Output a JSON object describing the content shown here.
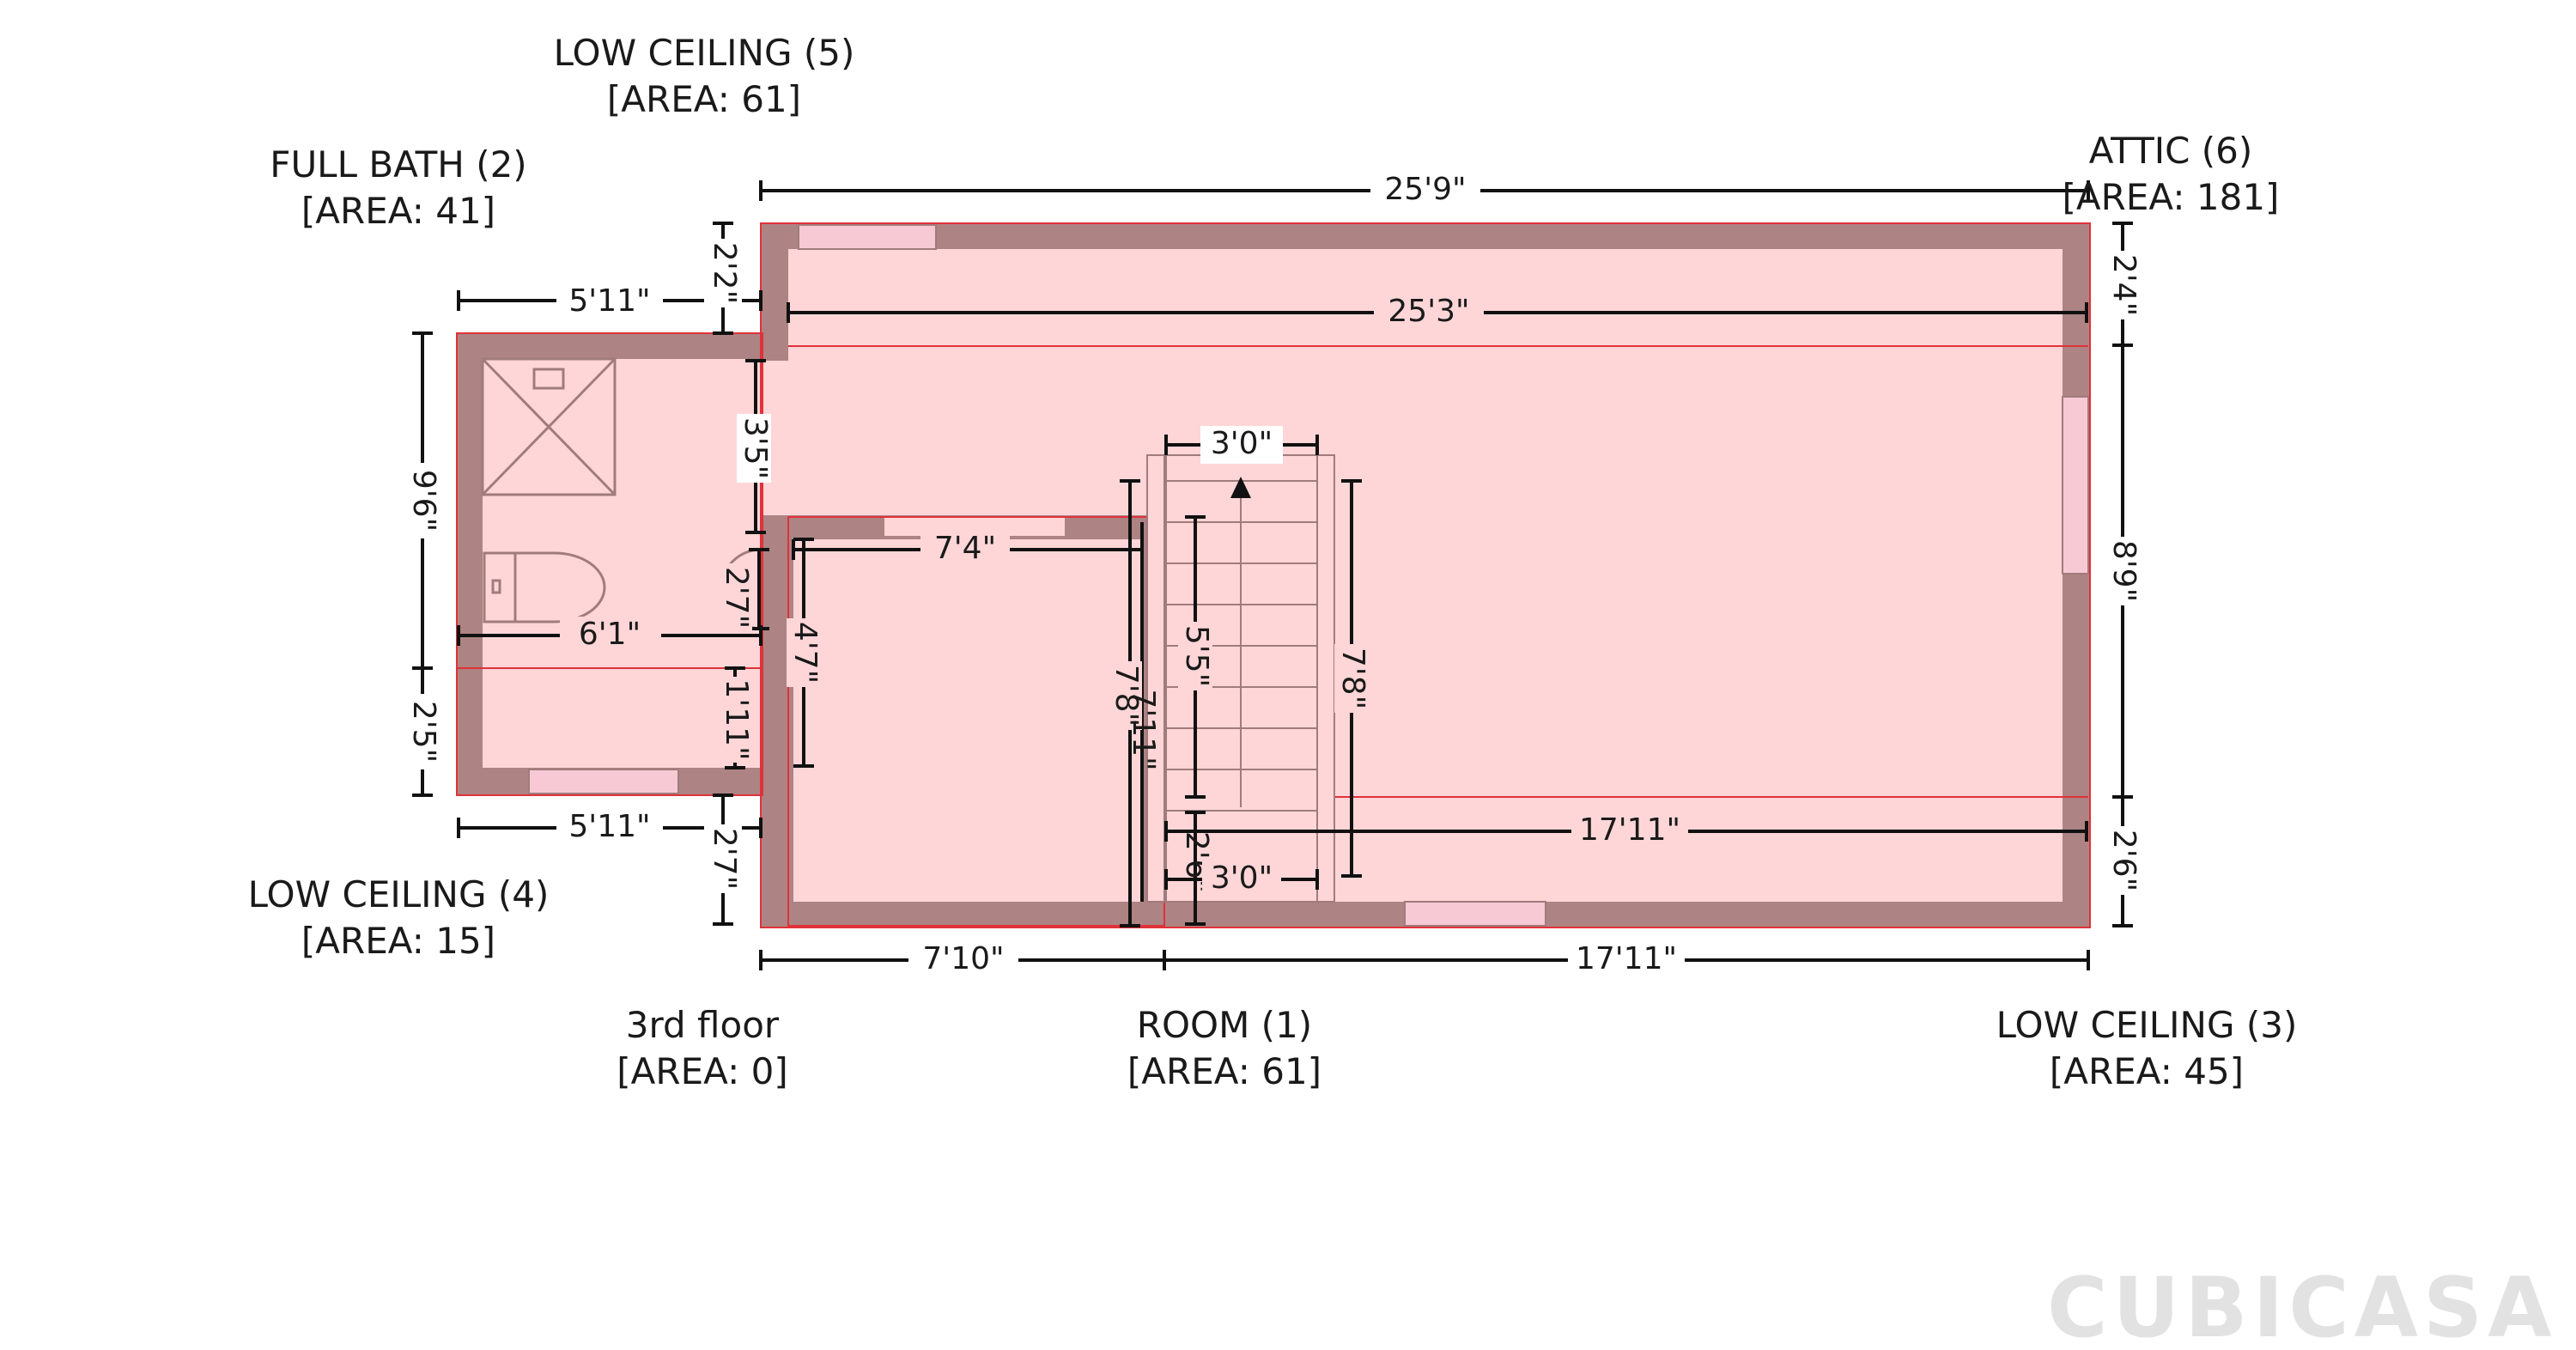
{
  "rooms": {
    "low_ceiling_5": {
      "name": "LOW CEILING (5)",
      "area": "[AREA: 61]"
    },
    "full_bath_2": {
      "name": "FULL BATH (2)",
      "area": "[AREA: 41]"
    },
    "attic_6": {
      "name": "ATTIC (6)",
      "area": "[AREA: 181]"
    },
    "low_ceiling_4": {
      "name": "LOW CEILING (4)",
      "area": "[AREA: 15]"
    },
    "floor_3rd": {
      "name": "3rd floor",
      "area": "[AREA: 0]"
    },
    "room_1": {
      "name": "ROOM (1)",
      "area": "[AREA: 61]"
    },
    "low_ceiling_3": {
      "name": "LOW CEILING (3)",
      "area": "[AREA: 45]"
    }
  },
  "dimensions": {
    "top_overall": "25'9\"",
    "attic_inner": "25'3\"",
    "bath_top": "5'11\"",
    "bath_bottom": "5'11\"",
    "bath_inner": "6'1\"",
    "left_upper": "9'6\"",
    "left_lower": "2'5\"",
    "corridor_top": "2'2\"",
    "corridor_mid": "3'5\"",
    "sink": "2'7\"",
    "bath_right_lower": "1'11\"",
    "bath_bottom_right": "2'7\"",
    "room_width": "7'4\"",
    "room_depth": "4'7\"",
    "room_full_height": "7'8\"",
    "room_full_height_b": "7'11\"",
    "stair_width_top": "3'0\"",
    "stair_run": "5'5\"",
    "stair_total": "7'8\"",
    "stair_landing": "2'6\"",
    "stair_width_bottom": "3'0\"",
    "low3_width": "17'11\"",
    "bottom_left": "7'10\"",
    "bottom_right": "17'11\"",
    "right_top": "2'4\"",
    "right_mid": "8'9\"",
    "right_bottom": "2'6\""
  },
  "branding": {
    "logo": "CUBICASA"
  }
}
